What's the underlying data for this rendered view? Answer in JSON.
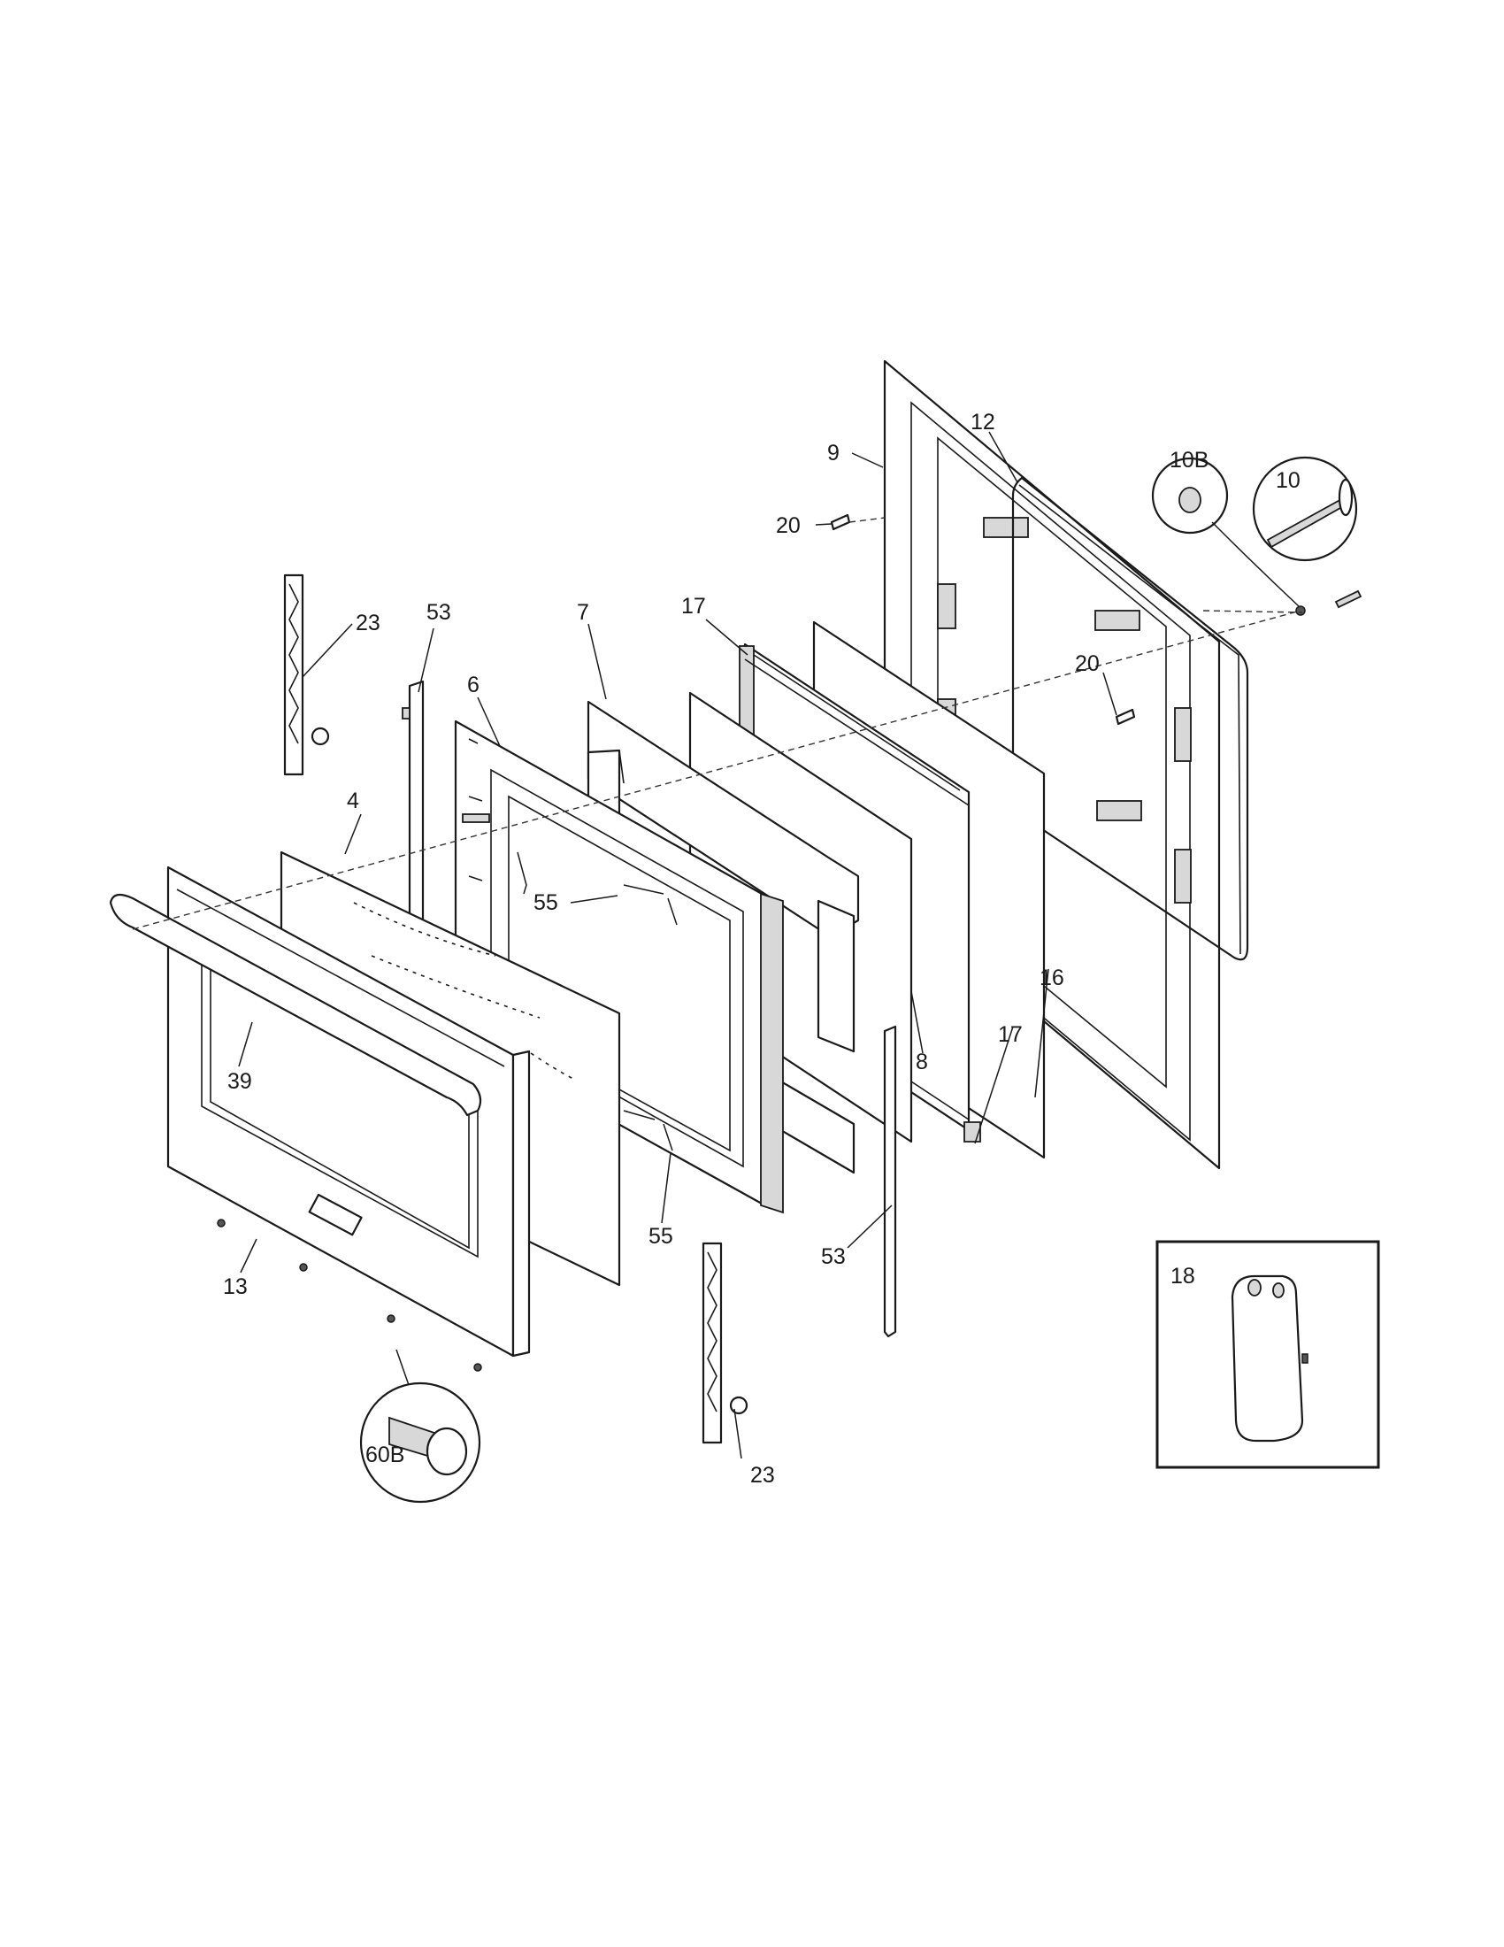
{
  "diagram": {
    "type": "exploded-parts-view",
    "callouts": [
      "9",
      "12",
      "10B",
      "10",
      "20",
      "23",
      "53",
      "7",
      "17",
      "6",
      "4",
      "55",
      "20",
      "16",
      "17",
      "8",
      "39",
      "55",
      "53",
      "13",
      "18",
      "60B",
      "23"
    ]
  }
}
